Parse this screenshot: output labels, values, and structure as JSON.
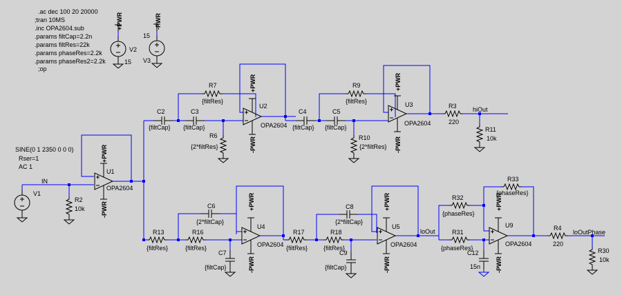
{
  "directives": [
    ".ac dec 100 20 20000",
    ";tran 10MS",
    ".inc OPA2604.sub",
    ".params filtCap=2.2n",
    ".params filtRes=22k",
    ".params phaseRes=2.2k",
    ".params phaseRes2=2.2k",
    ";op"
  ],
  "sources": {
    "v2": {
      "name": "V2",
      "value": "15",
      "pos_flag": "+PWR"
    },
    "v3": {
      "name": "V3",
      "value": "15",
      "neg_flag": "-PWR"
    },
    "v1": {
      "name": "V1",
      "spec_line1": "SINE(0 1 2350 0 0 0)",
      "spec_line2": "Rser=1",
      "spec_line3": "AC 1"
    }
  },
  "net_labels": {
    "in": "IN",
    "hi_out": "hiOut",
    "lo_out": "loOut",
    "lo_out_phase": "loOutPhase"
  },
  "power_flags": {
    "pos": "+PWR",
    "neg": "-PWR"
  },
  "opamp_model": "OPA2604",
  "opamps": {
    "u1": "U1",
    "u2": "U2",
    "u3": "U3",
    "u4": "U4",
    "u5": "U5",
    "u9": "U9"
  },
  "resistors": {
    "r2": {
      "name": "R2",
      "value": "10k"
    },
    "r3": {
      "name": "R3",
      "value": "220"
    },
    "r4": {
      "name": "R4",
      "value": "220"
    },
    "r6": {
      "name": "R6",
      "value": "{2*filtRes}"
    },
    "r7": {
      "name": "R7",
      "value": "{filtRes}"
    },
    "r9": {
      "name": "R9",
      "value": "{filtRes}"
    },
    "r10": {
      "name": "R10",
      "value": "{2*filtRes}"
    },
    "r11": {
      "name": "R11",
      "value": "10k"
    },
    "r13": {
      "name": "R13",
      "value": "{filtRes}"
    },
    "r16": {
      "name": "R16",
      "value": "{filtRes}"
    },
    "r17": {
      "name": "R17",
      "value": "{filtRes}"
    },
    "r18": {
      "name": "R18",
      "value": "{filtRes}"
    },
    "r30": {
      "name": "R30",
      "value": "10k"
    },
    "r31": {
      "name": "R31",
      "value": "{phaseRes}"
    },
    "r32": {
      "name": "R32",
      "value": "{phaseRes}"
    },
    "r33": {
      "name": "R33",
      "value": "{phaseRes}"
    }
  },
  "capacitors": {
    "c2": {
      "name": "C2",
      "value": "{filtCap}"
    },
    "c3": {
      "name": "C3",
      "value": "{filtCap}"
    },
    "c4": {
      "name": "C4",
      "value": "{filtCap}"
    },
    "c5": {
      "name": "C5",
      "value": "{filtCap}"
    },
    "c6": {
      "name": "C6",
      "value": "{2*filtCap}"
    },
    "c7": {
      "name": "C7",
      "value": "{filtCap}"
    },
    "c8": {
      "name": "C8",
      "value": "{2*filtCap}"
    },
    "c9": {
      "name": "C9",
      "value": "{filtCap}"
    },
    "c12": {
      "name": "C12",
      "value": "15n"
    }
  },
  "colors": {
    "background": "#d3d3d3",
    "wire": "#0000ff",
    "component": "#000000"
  }
}
